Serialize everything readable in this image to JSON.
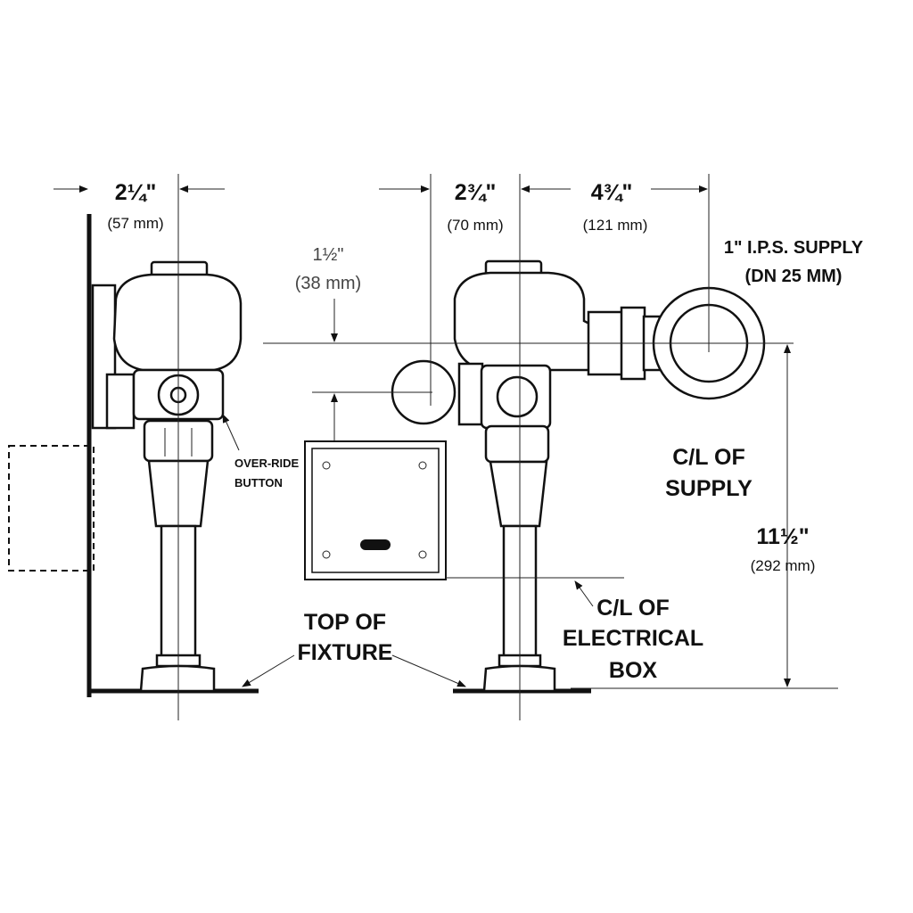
{
  "dimensions": {
    "side_width": {
      "fraction": "2¼\"",
      "metric": "(57 mm)"
    },
    "handle_offset": {
      "fraction": "2¾\"",
      "metric": "(70 mm)"
    },
    "supply_offset": {
      "fraction": "4¾\"",
      "metric": "(121 mm)"
    },
    "handle_drop": {
      "fraction": "1½\"",
      "metric": "(38 mm)"
    },
    "supply_height": {
      "fraction": "11½\"",
      "metric": "(292 mm)"
    }
  },
  "labels": {
    "supply_line1": "1\" I.P.S. SUPPLY",
    "supply_line2": "(DN 25 MM)",
    "override_line1": "OVER-RIDE",
    "override_line2": "BUTTON",
    "cl_supply_line1": "C/L OF",
    "cl_supply_line2": "SUPPLY",
    "cl_box_line1": "C/L OF",
    "cl_box_line2": "ELECTRICAL",
    "cl_box_line3": "BOX",
    "fixture_line1": "TOP OF",
    "fixture_line2": "FIXTURE"
  }
}
